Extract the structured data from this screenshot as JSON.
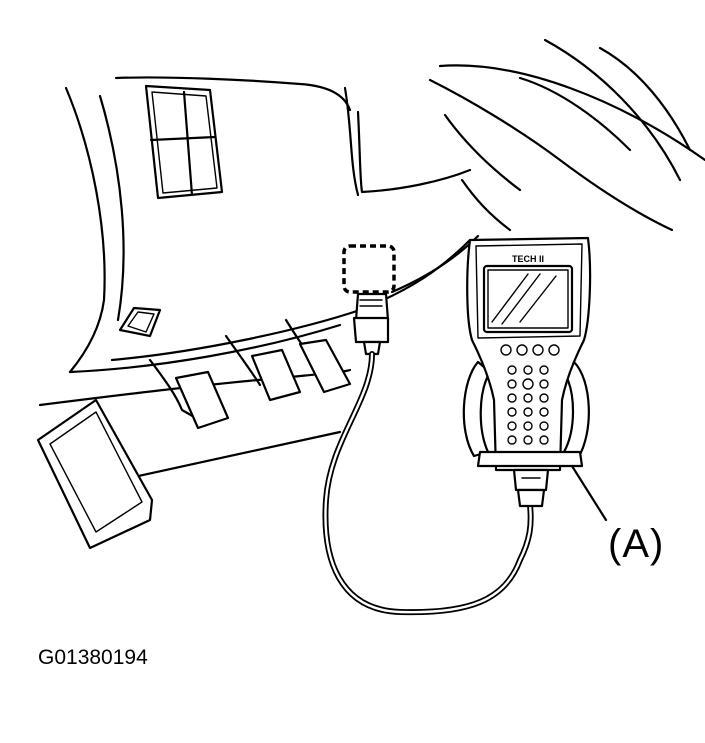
{
  "figure": {
    "callout_label": "(A)",
    "figure_id": "G01380194",
    "device_brand": "TECH II"
  }
}
